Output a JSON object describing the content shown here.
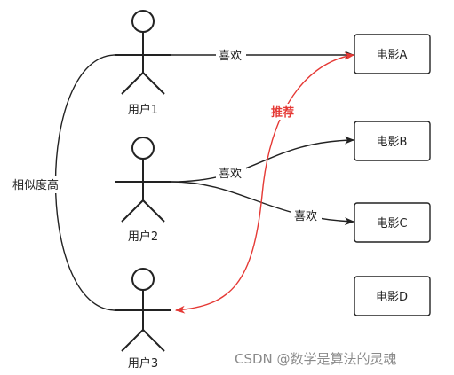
{
  "users": [
    {
      "id": "user1",
      "label": "用户1"
    },
    {
      "id": "user2",
      "label": "用户2"
    },
    {
      "id": "user3",
      "label": "用户3"
    }
  ],
  "movies": [
    {
      "id": "movieA",
      "label": "电影A"
    },
    {
      "id": "movieB",
      "label": "电影B"
    },
    {
      "id": "movieC",
      "label": "电影C"
    },
    {
      "id": "movieD",
      "label": "电影D"
    }
  ],
  "edges": {
    "like_label": "喜欢",
    "recommend_label": "推荐",
    "similarity_label": "相似度高"
  },
  "colors": {
    "line": "#222222",
    "recommend": "#e53935",
    "watermark": "#8a8a8a"
  },
  "watermark": "CSDN @数学是算法的灵魂"
}
